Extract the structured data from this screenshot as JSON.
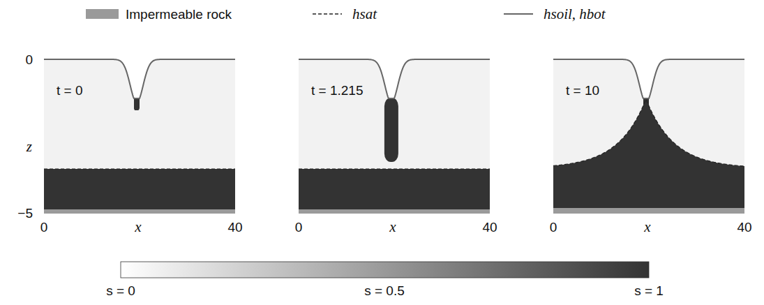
{
  "diagram": {
    "labels": [
      "0",
      "z",
      "−5",
      "t = 0",
      "x",
      "0",
      "40",
      "t = 1.215",
      "x",
      "0",
      "40",
      "t = 10",
      "x",
      "0",
      "40",
      "s = 0",
      "s = 0.5",
      "s = 1"
    ],
    "legend": [
      {
        "text": "Impermeable rock",
        "color": "#9a9a9a"
      },
      {
        "text": "hsat"
      },
      {
        "text": "hsoil, hbot"
      }
    ]
  }
}
